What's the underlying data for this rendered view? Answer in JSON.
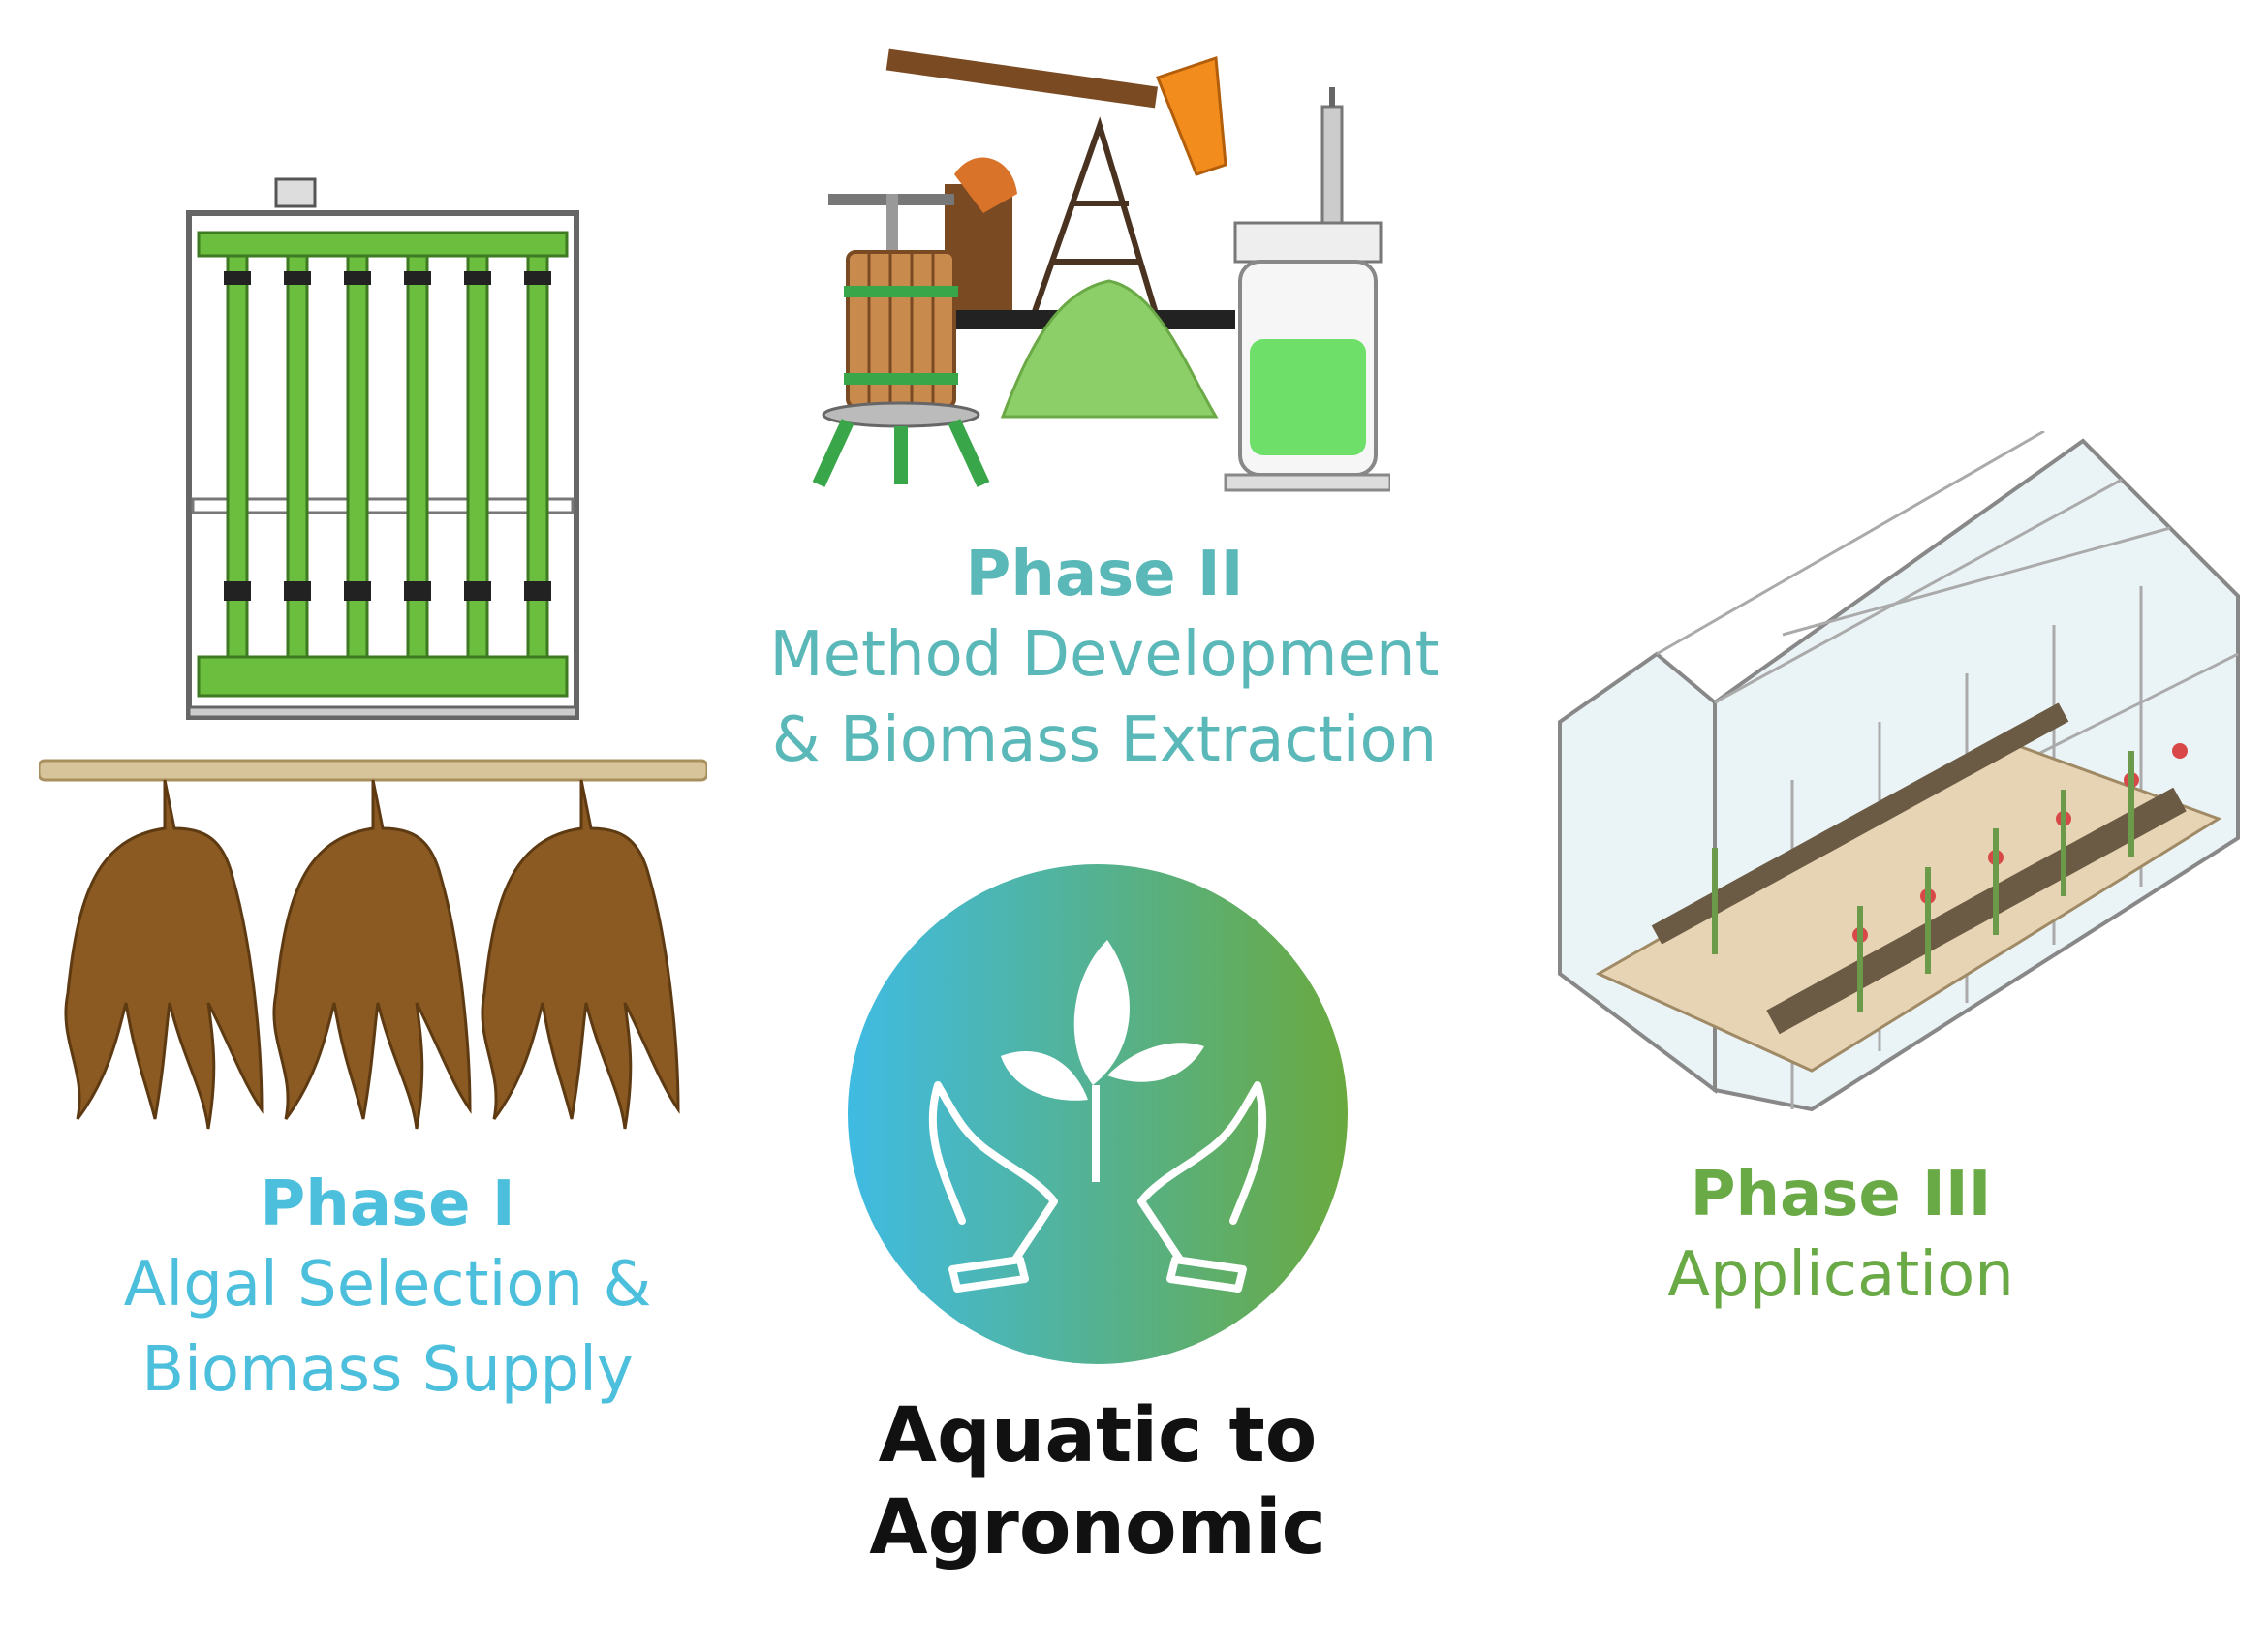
{
  "phases": [
    {
      "title": "Phase I",
      "desc_line1": "Algal Selection &",
      "desc_line2": "Biomass Supply",
      "color": "#4bbfdc"
    },
    {
      "title": "Phase II",
      "desc_line1": "Method Development",
      "desc_line2": "& Biomass Extraction",
      "color": "#5bb8b8"
    },
    {
      "title": "Phase III",
      "desc_line1": "Application",
      "color": "#6aaa46"
    }
  ],
  "center": {
    "line1": "Aquatic to",
    "line2": "Agronomic",
    "gradient_start": "#3fbbe3",
    "gradient_end": "#6aa93f"
  },
  "icons": {
    "photobioreactor": "photobioreactor-rack-icon",
    "seaweed": "hanging-seaweed-icon",
    "extraction": "extraction-equipment-icon",
    "greenhouse": "greenhouse-icon",
    "emblem": "hands-sprout-icon"
  }
}
